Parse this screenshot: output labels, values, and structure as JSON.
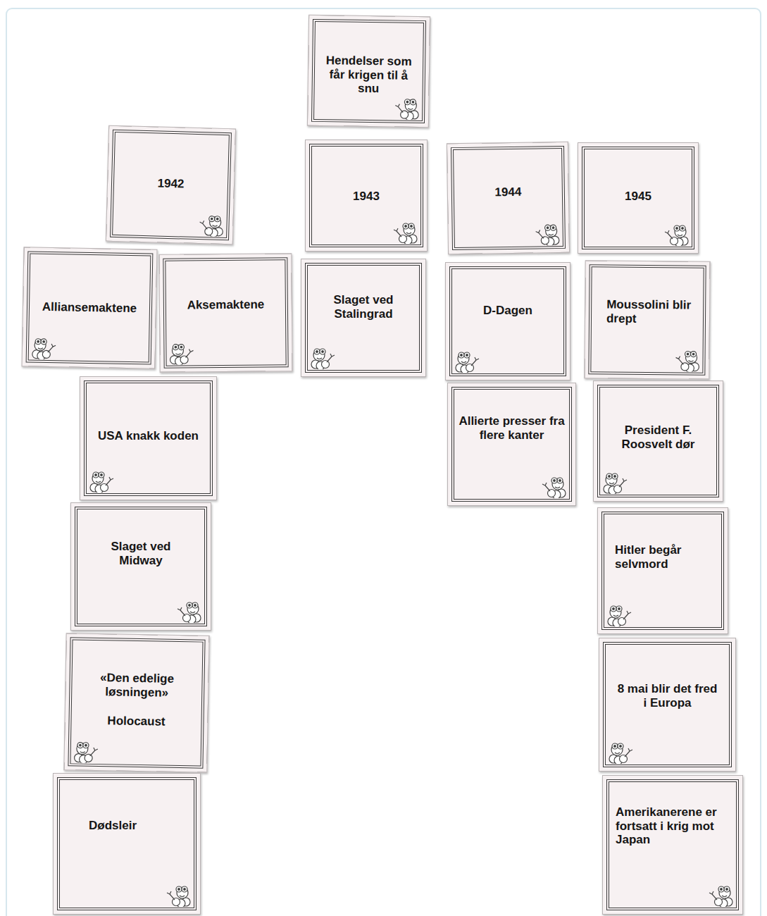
{
  "diagram": {
    "nodes": [
      {
        "text": [
          "Hendelser som får krigen til å snu"
        ]
      },
      {
        "text": [
          "1942"
        ]
      },
      {
        "text": [
          "1943"
        ]
      },
      {
        "text": [
          "1944"
        ]
      },
      {
        "text": [
          "1945"
        ]
      },
      {
        "text": [
          "Alliansemaktene"
        ]
      },
      {
        "text": [
          "Aksemaktene"
        ]
      },
      {
        "text": [
          "Slaget ved Stalingrad"
        ]
      },
      {
        "text": [
          "D-Dagen"
        ]
      },
      {
        "text": [
          "Moussolini blir drept"
        ]
      },
      {
        "text": [
          "USA knakk koden"
        ]
      },
      {
        "text": [
          "Allierte presser fra flere kanter"
        ]
      },
      {
        "text": [
          "President F. Roosvelt dør"
        ]
      },
      {
        "text": [
          "Slaget ved Midway"
        ]
      },
      {
        "text": [
          "Hitler begår selvmord"
        ]
      },
      {
        "text": [
          "«Den edelige løsningen»",
          "Holocaust"
        ]
      },
      {
        "text": [
          "8 mai blir det fred i Europa"
        ]
      },
      {
        "text": [
          "Dødsleir"
        ]
      },
      {
        "text": [
          "Amerikanerene er fortsatt i krig mot Japan"
        ]
      }
    ]
  }
}
